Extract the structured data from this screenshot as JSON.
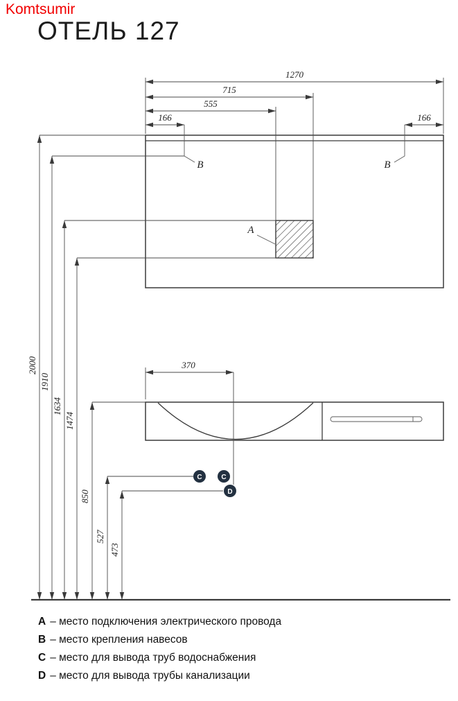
{
  "watermark": "Komtsumir",
  "title": "ОТЕЛЬ 127",
  "dims": {
    "w_total": "1270",
    "w_715": "715",
    "w_555": "555",
    "w_166_left": "166",
    "w_166_right": "166",
    "w_sink": "370",
    "h_2000": "2000",
    "h_1910": "1910",
    "h_1634": "1634",
    "h_1474": "1474",
    "h_850": "850",
    "h_527": "527",
    "h_473": "473"
  },
  "markers": {
    "a": "A",
    "b_left": "B",
    "b_right": "B",
    "c_left": "C",
    "c_right": "C",
    "d": "D"
  },
  "legend": [
    {
      "key": "A",
      "text": "– место подключения электрического провода"
    },
    {
      "key": "B",
      "text": "– место крепления навесов"
    },
    {
      "key": "C",
      "text": "– место для вывода труб водоснабжения"
    },
    {
      "key": "D",
      "text": "– место для вывода трубы канализации"
    }
  ],
  "colors": {
    "watermark": "#f10000",
    "line": "#3a3a3a",
    "marker_fill": "#233141"
  }
}
